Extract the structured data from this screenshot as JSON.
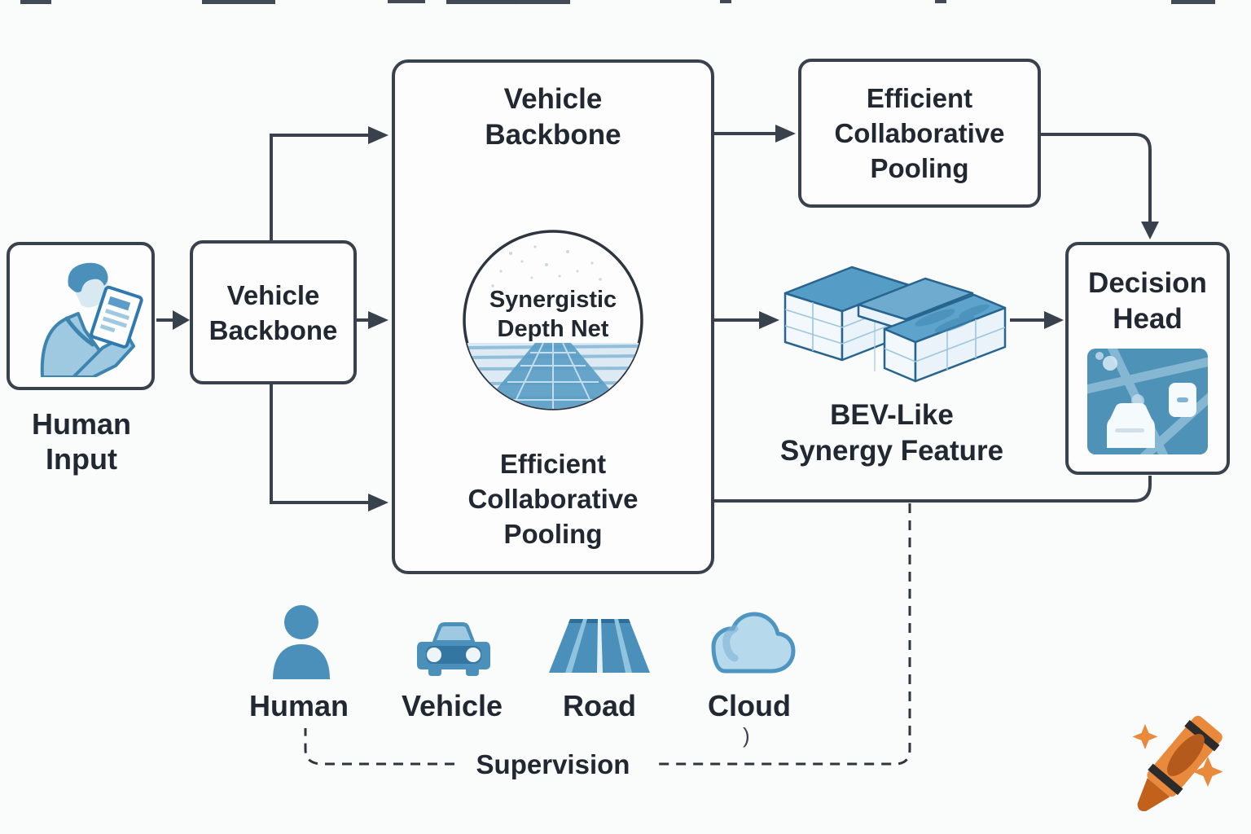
{
  "colors": {
    "outline": "#39414d",
    "text": "#222831",
    "icon_blue": "#4a90bb",
    "icon_blue_light": "#b7d9ec",
    "map_blue": "#4e92b8",
    "crayon_orange": "#e8893c"
  },
  "nodes": {
    "human_input": {
      "caption_lines": [
        "Human",
        "Input"
      ],
      "icon": "person-with-tablet-icon"
    },
    "vehicle_backbone": {
      "label_lines": [
        "Vehicle",
        "Backbone"
      ]
    },
    "main_module": {
      "title_lines": [
        "Vehicle",
        "Backbone"
      ],
      "depth_net_circle": {
        "label_lines": [
          "Synergistic",
          "Depth Net"
        ],
        "illustration": "road-perspective-illustration"
      },
      "pooling_lines": [
        "Efficient",
        "Collaborative",
        "Pooling"
      ]
    },
    "collaborative_pooling": {
      "label_lines": [
        "Efficient",
        "Collaborative",
        "Pooling"
      ]
    },
    "bev_feature": {
      "label_lines": [
        "BEV-Like",
        "Synergy Feature"
      ],
      "illustration": "bev-tensor-illustration"
    },
    "decision_head": {
      "title_lines": [
        "Decision",
        "Head"
      ],
      "illustration": "route-map-illustration"
    }
  },
  "legend": {
    "items": [
      {
        "label": "Human",
        "icon": "person-icon"
      },
      {
        "label": "Vehicle",
        "icon": "car-icon"
      },
      {
        "label": "Road",
        "icon": "road-icon"
      },
      {
        "label": "Cloud",
        "icon": "cloud-icon"
      }
    ],
    "supervision_label": "Supervision",
    "stray_mark": ")"
  },
  "watermark": {
    "icon": "crayon-icon"
  }
}
